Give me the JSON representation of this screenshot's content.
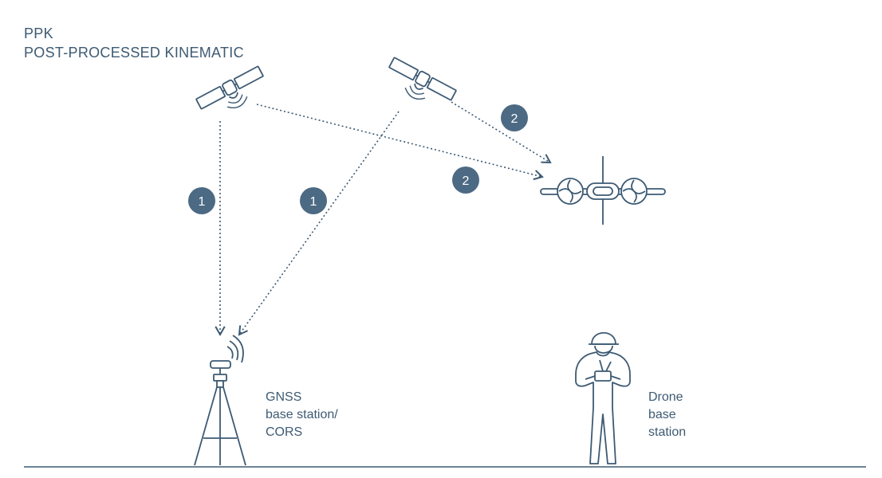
{
  "title": {
    "line1": "PPK",
    "line2": "POST-PROCESSED KINEMATIC"
  },
  "badges": {
    "step1": "1",
    "step2": "2"
  },
  "captions": {
    "gnss": {
      "line1": "GNSS",
      "line2": "base station/",
      "line3": "CORS"
    },
    "drone_base": {
      "line1": "Drone",
      "line2": "base",
      "line3": "station"
    }
  },
  "colors": {
    "ink": "#3d5a73",
    "badge_fill": "#4d6a84",
    "badge_text": "#ffffff",
    "background": "#ffffff"
  },
  "icons": [
    "satellite-icon",
    "satellite-icon",
    "drone-icon",
    "gnss-tripod-icon",
    "operator-person-icon"
  ]
}
